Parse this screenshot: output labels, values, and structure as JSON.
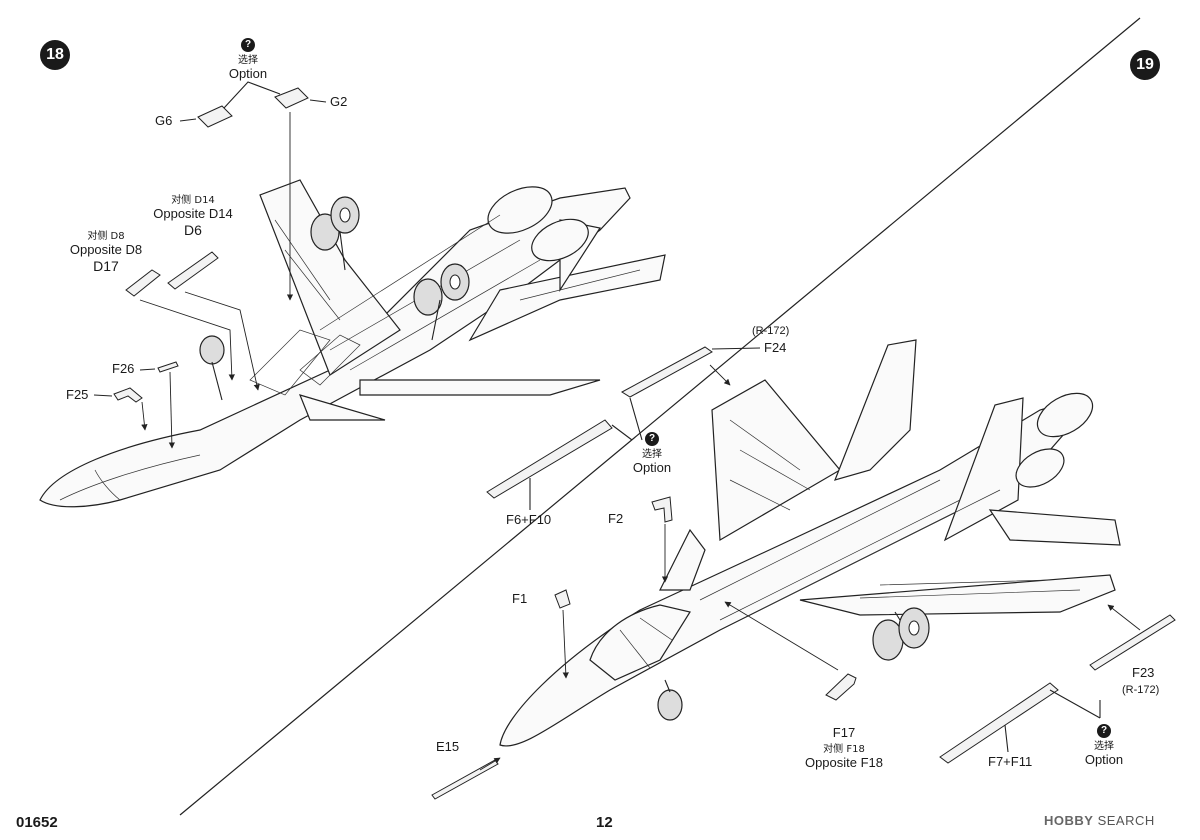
{
  "step18": {
    "number": "18",
    "option_top": {
      "cn": "选择",
      "en": "Option"
    },
    "parts": {
      "g6": "G6",
      "g2": "G2",
      "d14_cn": "对侧 D14",
      "d14_en": "Opposite D14",
      "d6": "D6",
      "d8_cn": "对侧 D8",
      "d8_en": "Opposite D8",
      "d17": "D17",
      "f26": "F26",
      "f25": "F25"
    }
  },
  "step19": {
    "number": "19",
    "parts": {
      "r172_top": "(R-172)",
      "f24": "F24",
      "option_mid": {
        "cn": "选择",
        "en": "Option"
      },
      "f6f10": "F6+F10",
      "f2": "F2",
      "f1": "F1",
      "e15": "E15",
      "f17": "F17",
      "f18_cn": "对侧 F18",
      "f18_en": "Opposite F18",
      "f7f11": "F7+F11",
      "f23": "F23",
      "r172_bottom": "(R-172)",
      "option_bottom": {
        "cn": "选择",
        "en": "Option"
      }
    }
  },
  "footer": {
    "product_code": "01652",
    "page_number": "12",
    "watermark_logo": "HOBBY",
    "watermark_text": "SEARCH"
  },
  "icons": {
    "option_marker": "question-circle-icon"
  }
}
